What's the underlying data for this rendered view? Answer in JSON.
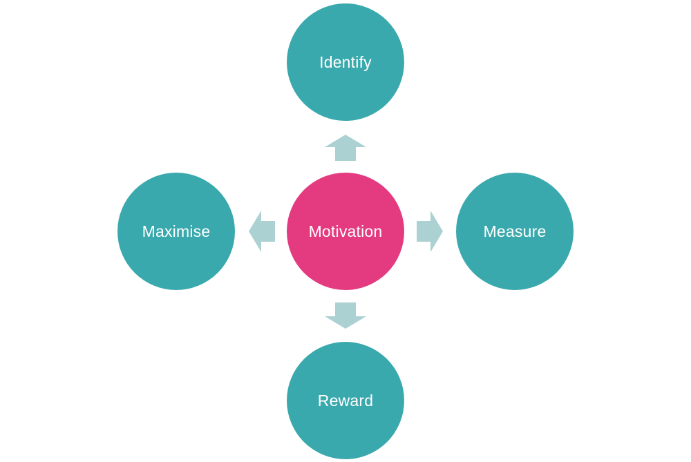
{
  "colors": {
    "outer_node": "#3aa9ad",
    "center_node": "#e43b80",
    "arrow": "#abd1d2",
    "label": "#ffffff"
  },
  "center": {
    "label": "Motivation"
  },
  "nodes": {
    "top": {
      "label": "Identify"
    },
    "right": {
      "label": "Measure"
    },
    "bottom": {
      "label": "Reward"
    },
    "left": {
      "label": "Maximise"
    }
  }
}
